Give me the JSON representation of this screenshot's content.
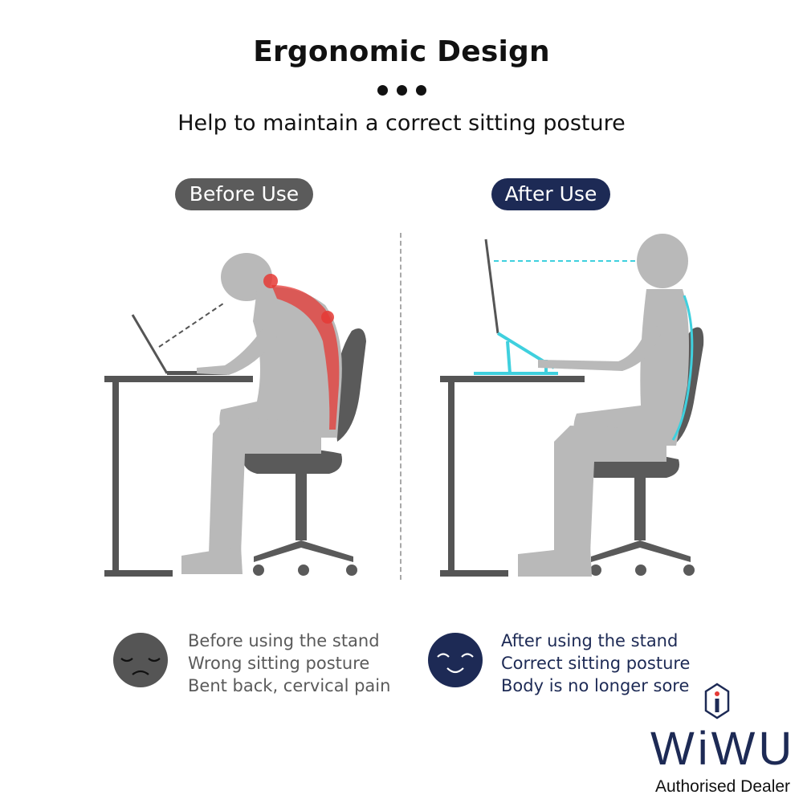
{
  "header": {
    "title": "Ergonomic Design",
    "subtitle": "Help to maintain a correct sitting posture"
  },
  "before": {
    "label": "Before Use",
    "lines": [
      "Before using the stand",
      "Wrong sitting posture",
      "Bent back, cervical pain"
    ]
  },
  "after": {
    "label": "After Use",
    "lines": [
      "After using the stand",
      "Correct sitting posture",
      "Body is no longer sore"
    ]
  },
  "logo": {
    "brand": "WiWU",
    "tagline": "Authorised Dealer",
    "mark": "i"
  },
  "colors": {
    "navy": "#1d2a55",
    "gray_pill": "#5b5b5b",
    "figure": "#b9b9b9",
    "furniture": "#555555",
    "pain_red": "#e53935",
    "stand_cyan": "#3fd0de"
  }
}
